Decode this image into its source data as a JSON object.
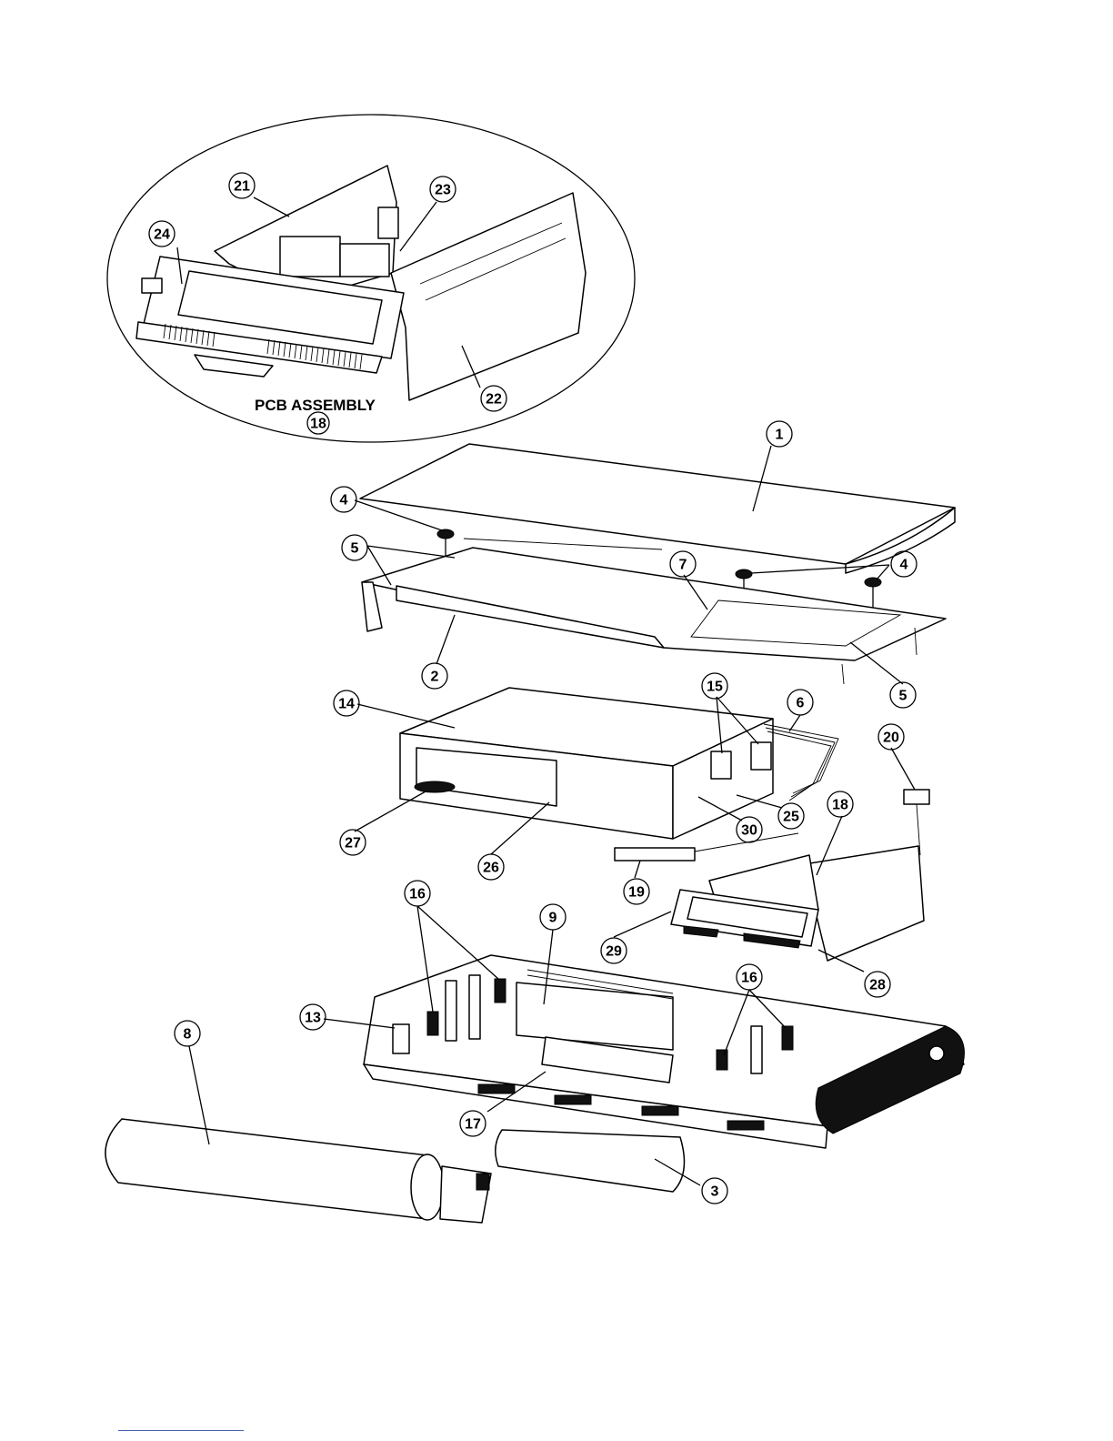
{
  "assembly": {
    "title": "PCB ASSEMBLY",
    "number": "18"
  },
  "callouts": [
    {
      "id": "c1",
      "label": "1"
    },
    {
      "id": "c2",
      "label": "2"
    },
    {
      "id": "c3",
      "label": "3"
    },
    {
      "id": "c4a",
      "label": "4"
    },
    {
      "id": "c4b",
      "label": "4"
    },
    {
      "id": "c5a",
      "label": "5"
    },
    {
      "id": "c5b",
      "label": "5"
    },
    {
      "id": "c6",
      "label": "6"
    },
    {
      "id": "c7",
      "label": "7"
    },
    {
      "id": "c8",
      "label": "8"
    },
    {
      "id": "c9",
      "label": "9"
    },
    {
      "id": "c13",
      "label": "13"
    },
    {
      "id": "c14",
      "label": "14"
    },
    {
      "id": "c15",
      "label": "15"
    },
    {
      "id": "c16a",
      "label": "16"
    },
    {
      "id": "c16b",
      "label": "16"
    },
    {
      "id": "c17",
      "label": "17"
    },
    {
      "id": "c18",
      "label": "18"
    },
    {
      "id": "c19",
      "label": "19"
    },
    {
      "id": "c20",
      "label": "20"
    },
    {
      "id": "c21",
      "label": "21"
    },
    {
      "id": "c22",
      "label": "22"
    },
    {
      "id": "c23",
      "label": "23"
    },
    {
      "id": "c24",
      "label": "24"
    },
    {
      "id": "c25",
      "label": "25"
    },
    {
      "id": "c26",
      "label": "26"
    },
    {
      "id": "c27",
      "label": "27"
    },
    {
      "id": "c28",
      "label": "28"
    },
    {
      "id": "c29",
      "label": "29"
    },
    {
      "id": "c30",
      "label": "30"
    }
  ]
}
